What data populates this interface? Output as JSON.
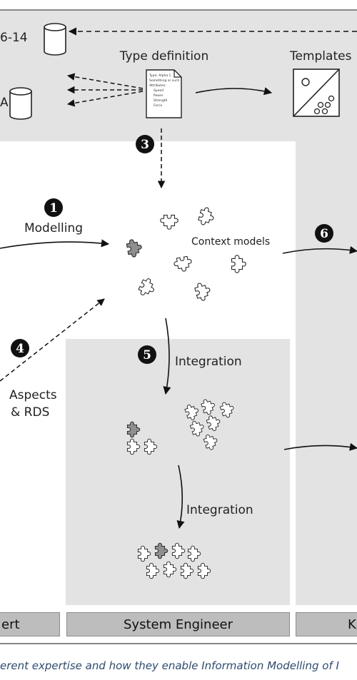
{
  "top_panel": {
    "db_top_label": "6-14",
    "db_left_label": "A",
    "type_definition_title": "Type definition",
    "type_definition_lines": [
      "Type: Alpha 1",
      "Something or such",
      "Attributes:",
      "Speed",
      "Power",
      "Strength",
      "Force"
    ],
    "templates_title": "Templates"
  },
  "steps": {
    "step1": "1",
    "step3": "3",
    "step4": "4",
    "step5": "5",
    "step6": "6"
  },
  "labels": {
    "modelling": "Modelling",
    "context_models": "Context models",
    "integration_1": "Integration",
    "integration_2": "Integration",
    "aspects": "Aspects",
    "rds": "& RDS"
  },
  "roles": {
    "left": "ert",
    "center": "System Engineer",
    "right": "K"
  },
  "caption": "erent expertise and how they enable Information Modelling of I"
}
